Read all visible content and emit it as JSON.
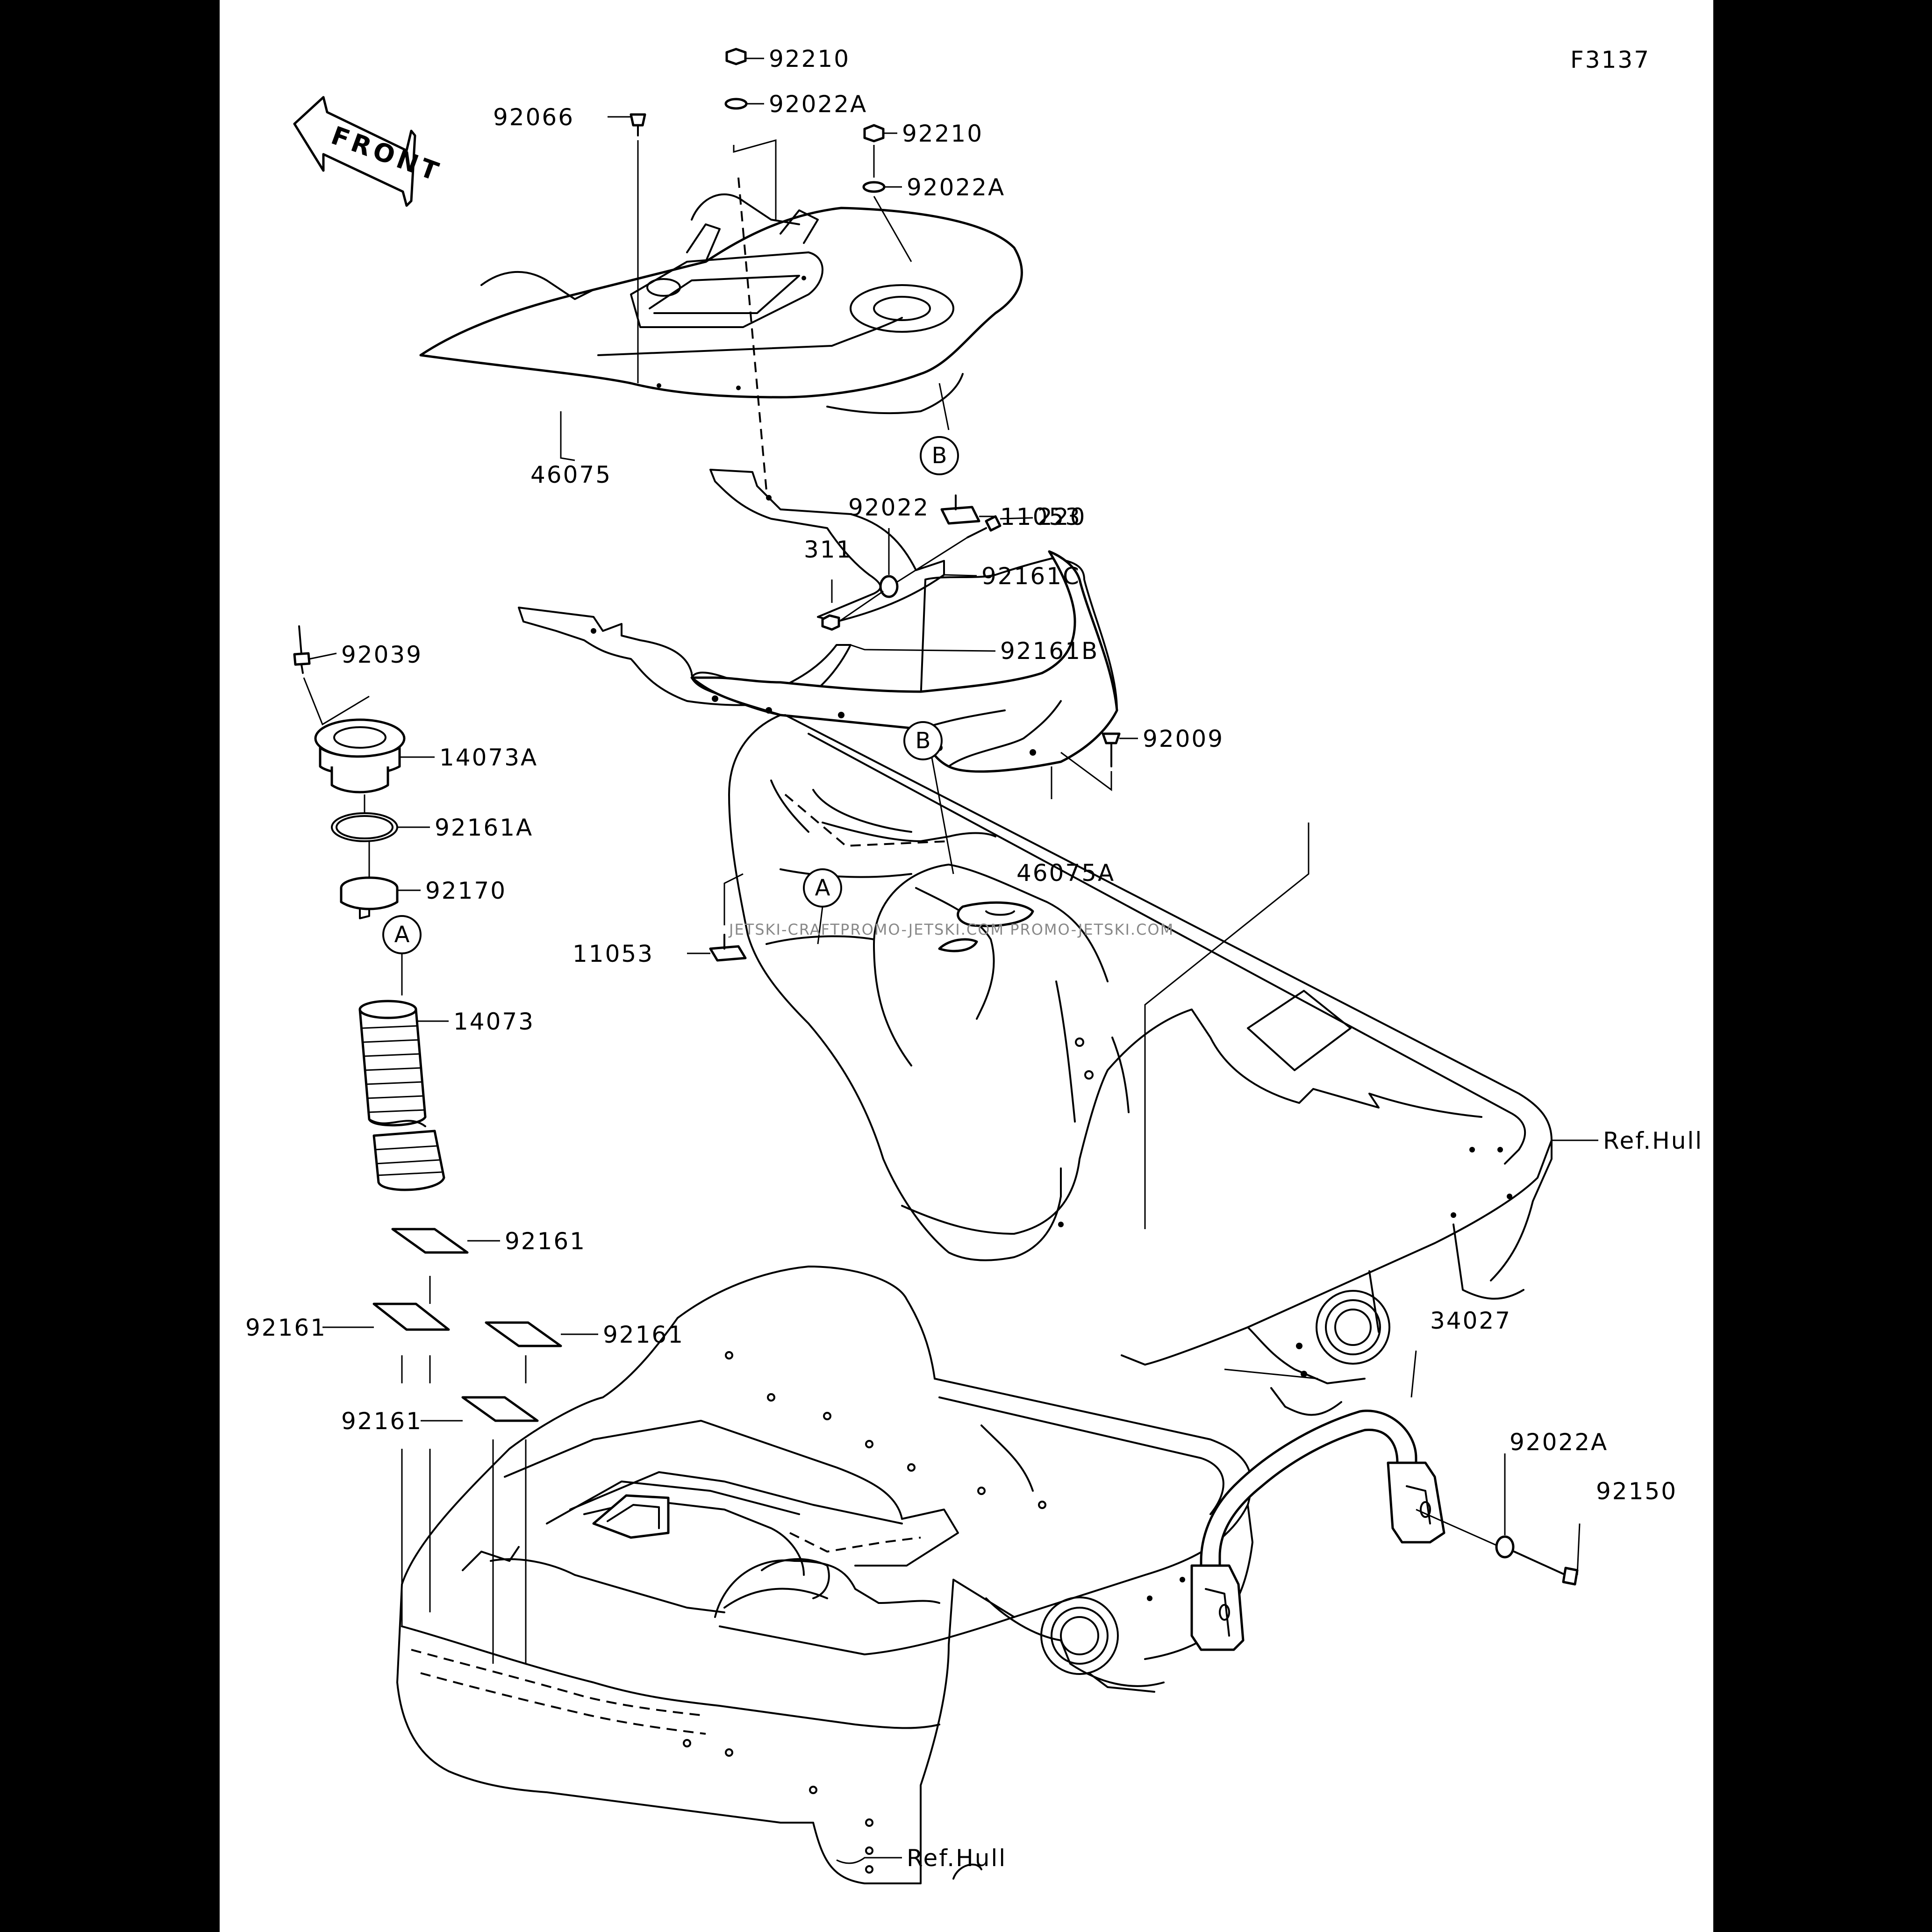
{
  "figure_code": "F3137",
  "front_label": "FRONT",
  "watermark": "JETSKI-CRAFTPROMO-JETSKI.COM PROMO-JETSKI.COM",
  "callouts": {
    "a1": "A",
    "a2": "A",
    "b1": "B",
    "b2": "B"
  },
  "parts": [
    {
      "id": "p92210_a",
      "number": "92210"
    },
    {
      "id": "p92022A_a",
      "number": "92022A"
    },
    {
      "id": "p92066",
      "number": "92066"
    },
    {
      "id": "p92210_b",
      "number": "92210"
    },
    {
      "id": "p92022A_b",
      "number": "92022A"
    },
    {
      "id": "p46075",
      "number": "46075"
    },
    {
      "id": "p11053_a",
      "number": "11053"
    },
    {
      "id": "p92022",
      "number": "92022"
    },
    {
      "id": "p220",
      "number": "220"
    },
    {
      "id": "p311",
      "number": "311"
    },
    {
      "id": "p92161C",
      "number": "92161C"
    },
    {
      "id": "p92039",
      "number": "92039"
    },
    {
      "id": "p92161B",
      "number": "92161B"
    },
    {
      "id": "p14073A",
      "number": "14073A"
    },
    {
      "id": "p92009",
      "number": "92009"
    },
    {
      "id": "p92161A",
      "number": "92161A"
    },
    {
      "id": "p46075A",
      "number": "46075A"
    },
    {
      "id": "p92170",
      "number": "92170"
    },
    {
      "id": "p11053_b",
      "number": "11053"
    },
    {
      "id": "p14073",
      "number": "14073"
    },
    {
      "id": "refhull_a",
      "number": "Ref.Hull"
    },
    {
      "id": "p92161_a",
      "number": "92161"
    },
    {
      "id": "p92161_b",
      "number": "92161"
    },
    {
      "id": "p92161_c",
      "number": "92161"
    },
    {
      "id": "p34027",
      "number": "34027"
    },
    {
      "id": "p92161_d",
      "number": "92161"
    },
    {
      "id": "p92022A_c",
      "number": "92022A"
    },
    {
      "id": "p92150",
      "number": "92150"
    },
    {
      "id": "refhull_b",
      "number": "Ref.Hull"
    }
  ]
}
